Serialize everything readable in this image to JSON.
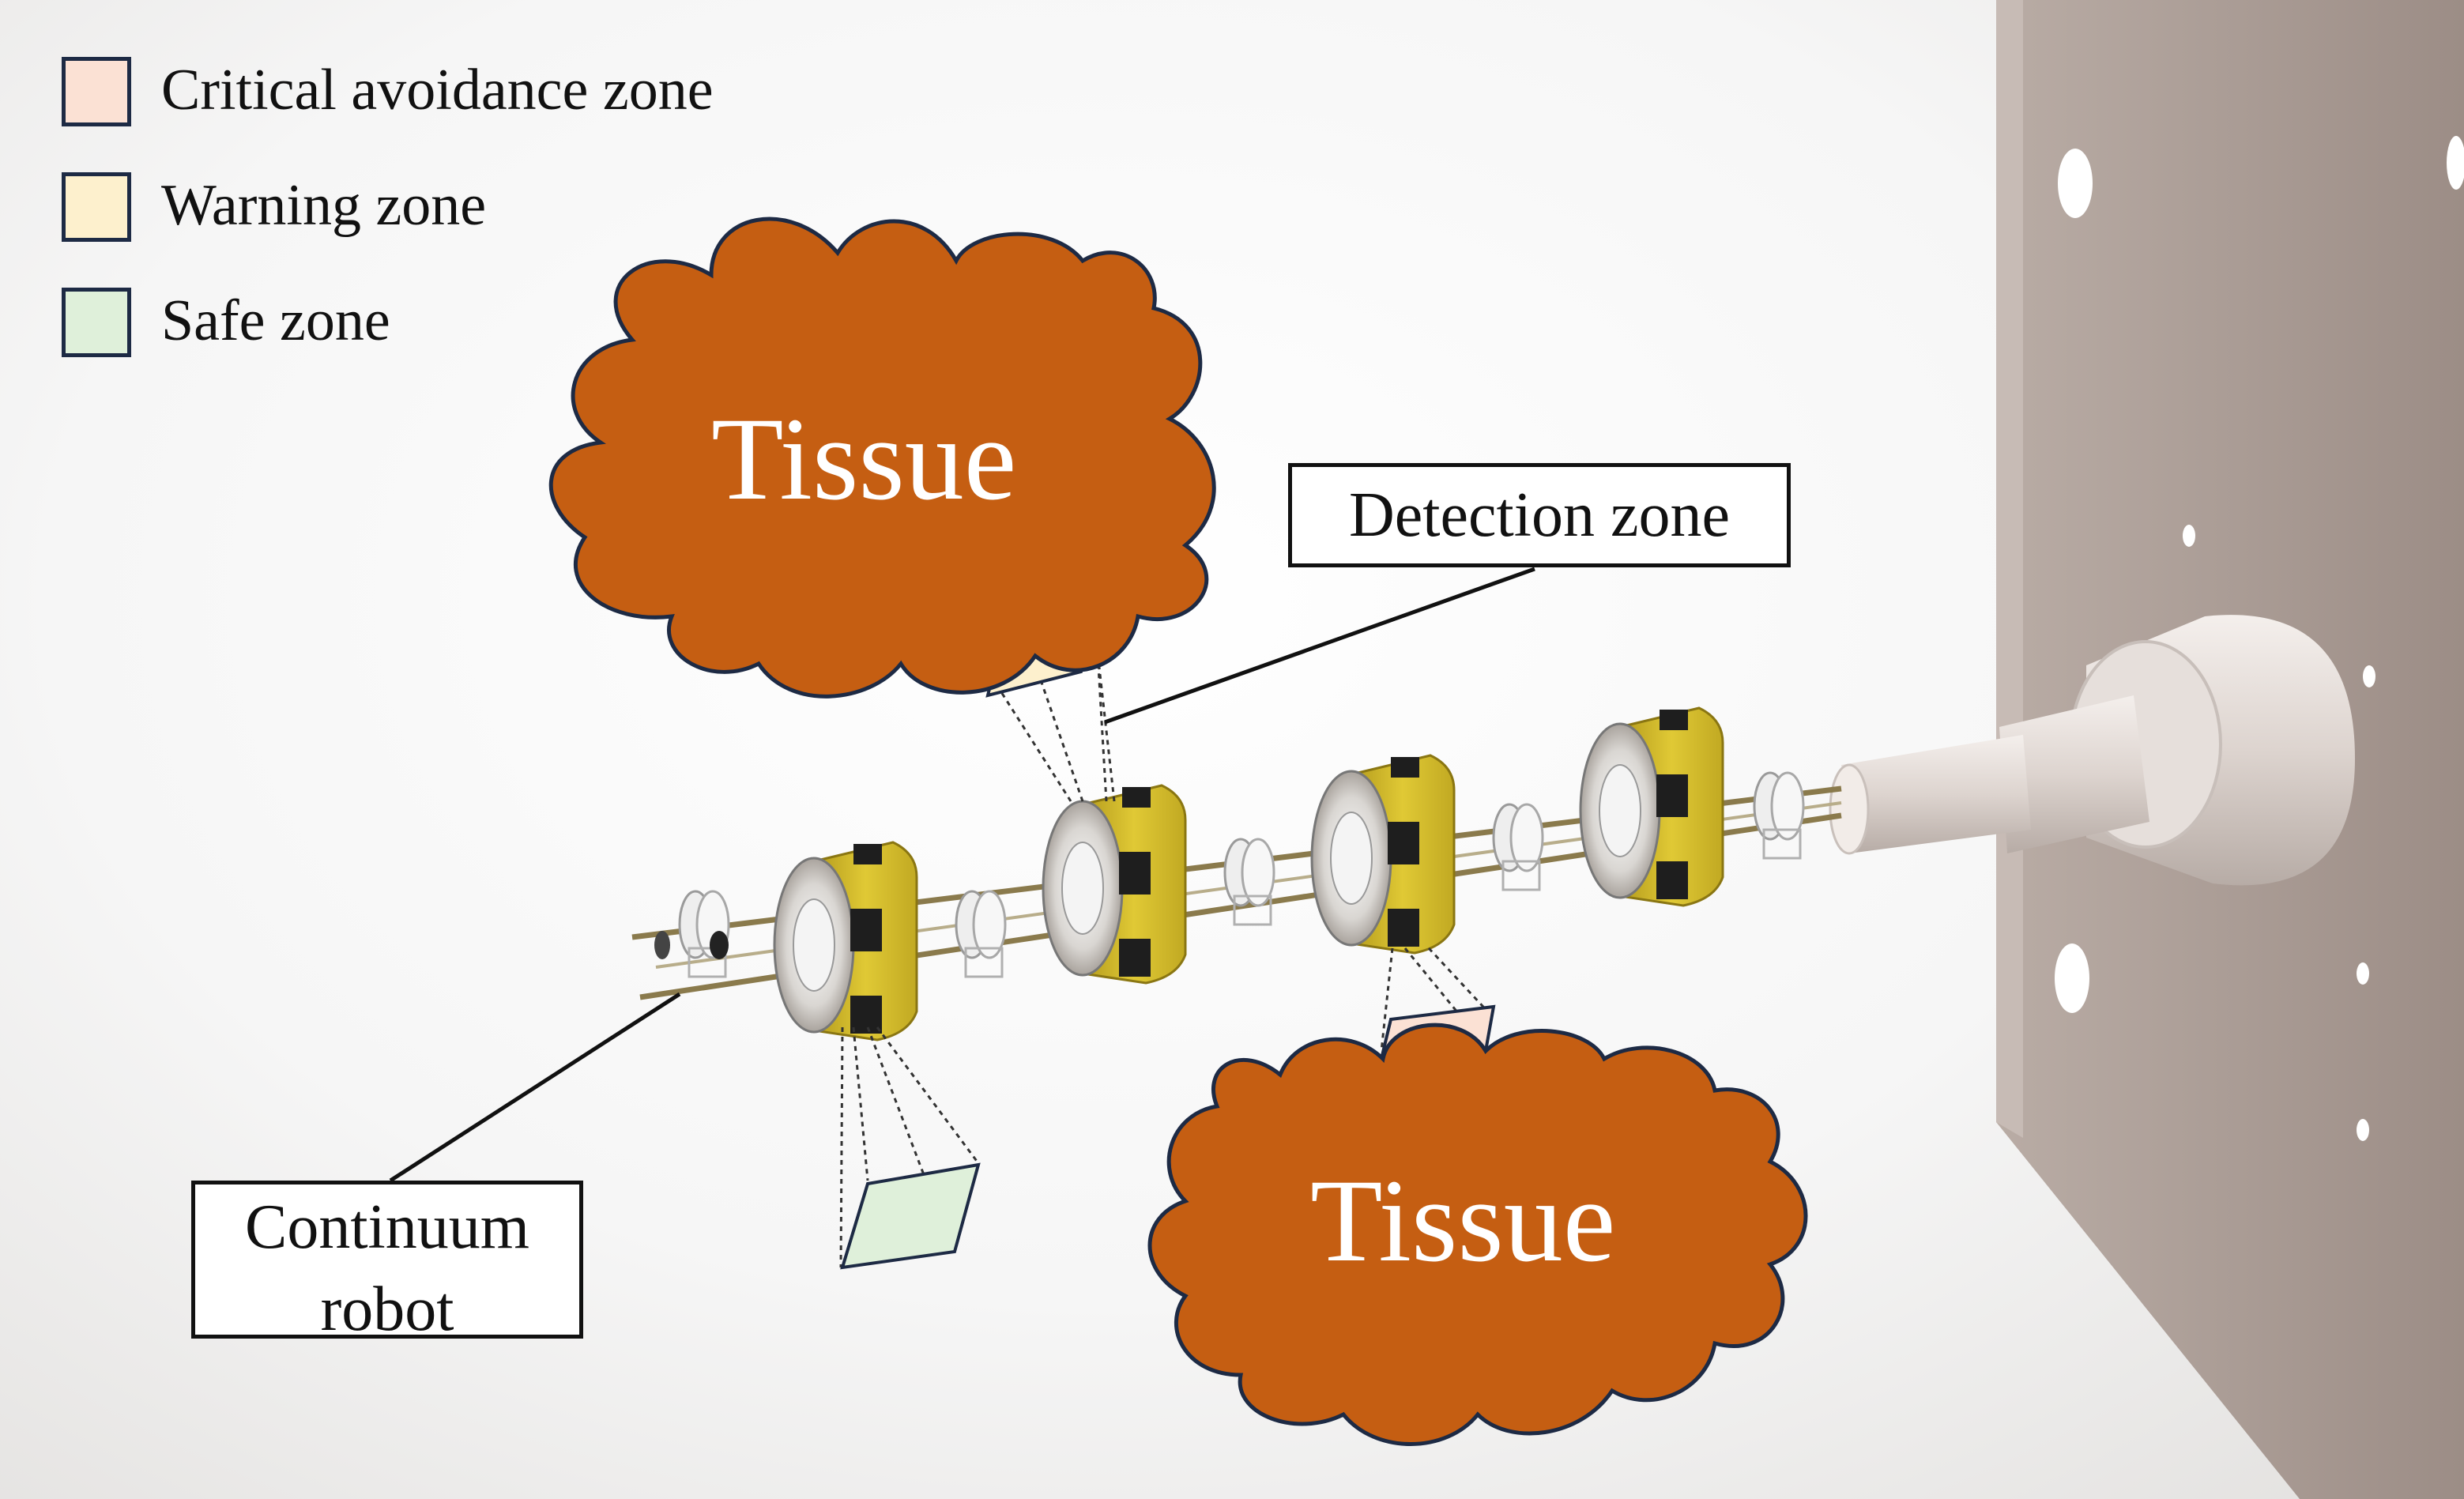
{
  "legend": [
    {
      "label": "Critical avoidance zone",
      "color": "#fbe1d4"
    },
    {
      "label": "Warning zone",
      "color": "#fdf0cd"
    },
    {
      "label": "Safe zone",
      "color": "#dff0da"
    }
  ],
  "callouts": {
    "detection_zone": "Detection zone",
    "continuum_robot_line1": "Continuum",
    "continuum_robot_line2": "robot"
  },
  "tissue": {
    "top_label": "Tissue",
    "bottom_label": "Tissue",
    "fill": "#c55e12",
    "outline": "#1d2a44"
  },
  "zone_colors": {
    "warning": "#fdf0cd",
    "safe": "#dff0da",
    "critical": "#fbe1d4"
  },
  "robot_colors": {
    "ring": "#d9c22a",
    "ring_dark": "#b39a1c",
    "sensor": "#1e1e1e",
    "rod": "#8a7a4c",
    "plate": "#a89a92",
    "shaft": "#dcd4cf"
  }
}
